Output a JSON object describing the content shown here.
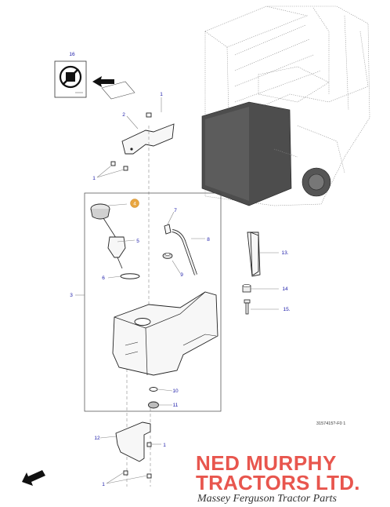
{
  "callouts": {
    "c1a": "1",
    "c1b": "1",
    "c1c": "1",
    "c1d": "1",
    "c2": "2",
    "c3": "3",
    "c4": "4",
    "c5": "5",
    "c6": "6",
    "c7": "7",
    "c8": "8",
    "c9": "9",
    "c10": "10",
    "c11": "11",
    "c12": "12",
    "c13": "13.",
    "c14": "14",
    "c15": "15.",
    "c16": "16"
  },
  "reference_code": "3157415?-F0 1",
  "logo": {
    "line1": "NED MURPHY",
    "line2": "TRACTORS LTD.",
    "line3": "Massey Ferguson Tractor Parts",
    "color": "#e8564e"
  }
}
